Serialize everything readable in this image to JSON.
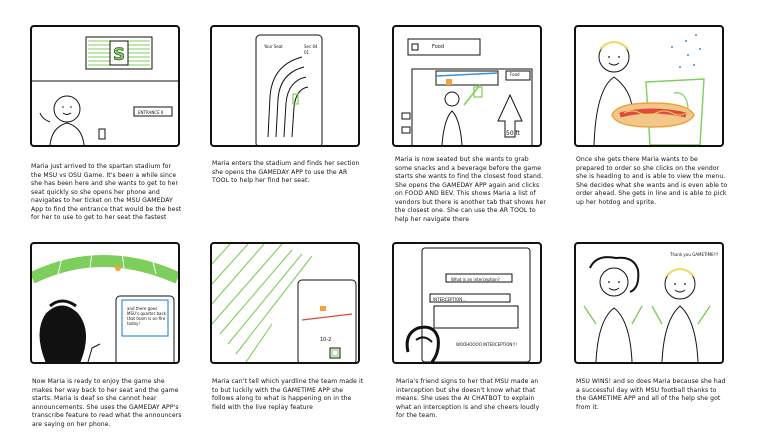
{
  "colors": {
    "green": "#7dce5b",
    "orange": "#f1a23a",
    "red": "#e04a3a",
    "blue": "#3a8fd6",
    "stroke": "#111111",
    "yellow": "#f1d75b"
  },
  "panels": [
    {
      "caption": "Maria just arrived to the spartan stadium for the MSU vs OSU Game. It's been a while since she has been here and she wants to get to her seat quickly so she opens her phone and navigates to her ticket on the MSU GAMEDAY App to find the entrance that would be the best for her to use to get to her seat the fastest",
      "labels": {
        "sign": "ENTRANCE 6"
      }
    },
    {
      "caption": "Maria enters the stadium and finds her section she opens the GAMEDAY APP to use the AR TOOL to help her find her seat.",
      "labels": {
        "your_seat": "Your Seat",
        "sec": "Sec 04",
        "row": "01"
      }
    },
    {
      "caption": "Maria is now seated but she wants to grab some snacks and a beverage before the game starts she wants to find the closest food stand. She opens the GAMEDAY APP again and clicks on FOOD AND BEV. This shows Maria a list of vendors but there is another tab that shows her the closest one. She can use the AR TOOL to help her navigate there",
      "labels": {
        "food1": "Food",
        "food2": "Food",
        "dist": "50 ft"
      }
    },
    {
      "caption": "Once she gets there Maria wants to be prepared to order so she clicks on the vendor she is heading to and is able to view the menu. She decides what she wants and is even able to order ahead. She gets in line and is able to pick up her hotdog and sprite.",
      "labels": {}
    },
    {
      "caption": "Now Maria is ready to enjoy the game she makes her way back to her seat and the game starts. Maria is deaf so she cannot hear announcements. She uses the GAMEDAY APP's transcribe feature to read what the announcers are saying on her phone.",
      "labels": {
        "screen": "and there goes MSU's quarter back that team is on fire today!"
      }
    },
    {
      "caption": "Maria can't tell which yardline the team made it to but luckily with the GAMETIME APP she follows along to what is happening on in the field with the live replay feature",
      "labels": {
        "score": "10-2"
      }
    },
    {
      "caption": "Maria's friend signs to her that MSU made an interception but she doesn't know what that means. She uses the AI CHATBOT to explain what an interception is and she cheers loudly for the team.",
      "labels": {
        "q": "What is an interception?",
        "a": "INTERCEPTION...",
        "cheer": "WOOHOOOO INTERCEPTION!!!"
      }
    },
    {
      "caption": "MSU WINS! and so does Maria because she had a successful day with MSU football thanks to the GAMETIME APP and all of the help she got from it.",
      "labels": {
        "thanks": "Thank you GAMETIME!!!"
      }
    }
  ]
}
